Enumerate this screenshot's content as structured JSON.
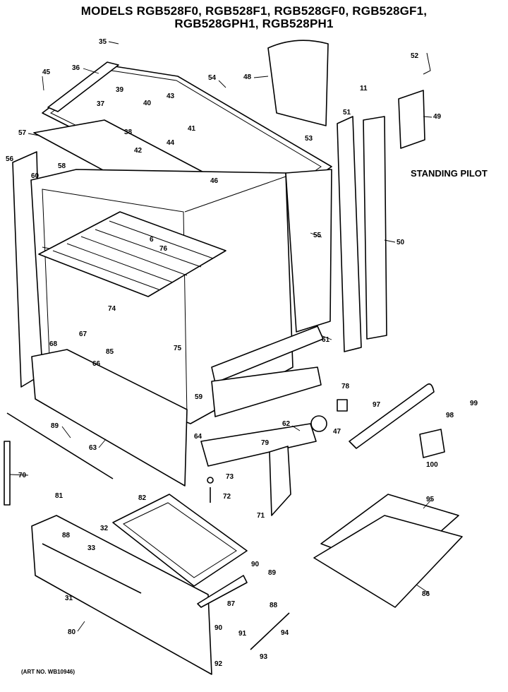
{
  "header": {
    "line1": "MODELS RGB528F0, RGB528F1, RGB528GF0, RGB528GF1,",
    "line2": "RGB528GPH1, RGB528PH1"
  },
  "notes": {
    "standing_pilot": "STANDING PILOT",
    "art_no": "(ART NO. WB10946)"
  },
  "callouts": [
    "35",
    "52",
    "36",
    "45",
    "54",
    "48",
    "11",
    "39",
    "37",
    "43",
    "40",
    "41",
    "38",
    "57",
    "42",
    "44",
    "51",
    "49",
    "53",
    "56",
    "58",
    "60",
    "46",
    "55",
    "50",
    "6",
    "76",
    "74",
    "75",
    "61",
    "67",
    "68",
    "85",
    "66",
    "59",
    "64",
    "62",
    "78",
    "97",
    "89",
    "63",
    "47",
    "98",
    "99",
    "100",
    "70",
    "79",
    "73",
    "72",
    "71",
    "81",
    "82",
    "32",
    "95",
    "88",
    "33",
    "90",
    "89",
    "31",
    "87",
    "86",
    "88",
    "80",
    "94",
    "90",
    "91",
    "92",
    "93"
  ]
}
